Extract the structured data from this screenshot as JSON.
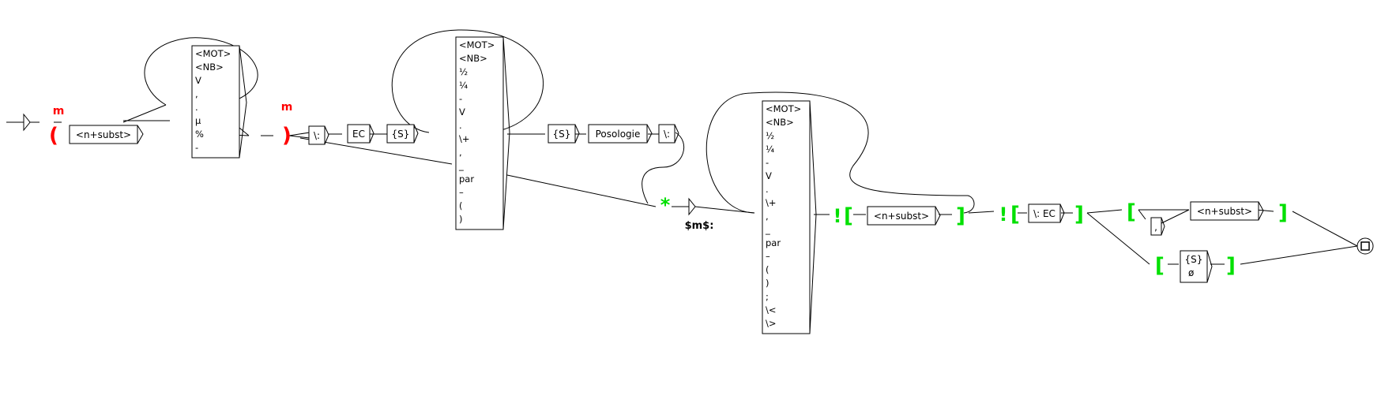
{
  "left_loop_box": [
    "<MOT>",
    "<NB>",
    "V",
    ",",
    ".",
    "µ",
    "%",
    "-"
  ],
  "mid_loop_box": [
    "<MOT>",
    "<NB>",
    "½",
    "¼",
    "-",
    "V",
    ".",
    "\\+",
    ",",
    "_",
    "par",
    "–",
    "(",
    ")"
  ],
  "right_loop_box": [
    "<MOT>",
    "<NB>",
    "½",
    "¼",
    "-",
    "V",
    ".",
    "\\+",
    ",",
    "_",
    "par",
    "–",
    "(",
    ")",
    ";",
    "\\<",
    "\\>"
  ],
  "labels": {
    "m_open": "m",
    "m_close": "m",
    "paren_open": "(",
    "paren_close": ")",
    "n_subst_1": "<n+subst>",
    "colon_1": "\\:",
    "ec_1": "EC",
    "s_1": "{S}",
    "s_2": "{S}",
    "posologie": "Posologie",
    "colon_2": "\\:",
    "star": "*",
    "var_m": "$m$:",
    "excl_1": "!",
    "lb_1": "[",
    "n_subst_2": "<n+subst>",
    "rb_1": "]",
    "excl_2": "!",
    "lb_2": "[",
    "colon_ec": "\\: EC",
    "rb_2": "]",
    "lb_3": "[",
    "comma": ",",
    "n_subst_3": "<n+subst>",
    "rb_3": "]",
    "lb_4": "[",
    "s_3": "{S}",
    "empty": "ø",
    "rb_4": "]"
  }
}
